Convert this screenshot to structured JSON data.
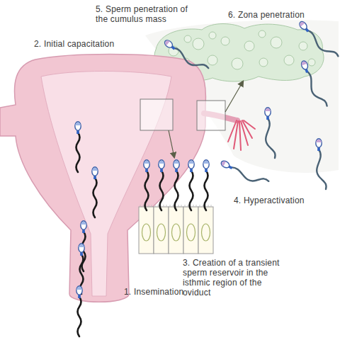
{
  "diagram": {
    "labels": [
      "1. Insemination",
      "2. Initial capacitation",
      "3. Creation of a transient sperm reservoir in the isthmic region of the oviduct",
      "4. Hyperactivation",
      "5. Sperm penetration of the cumulus mass",
      "6. Zona penetration"
    ]
  }
}
